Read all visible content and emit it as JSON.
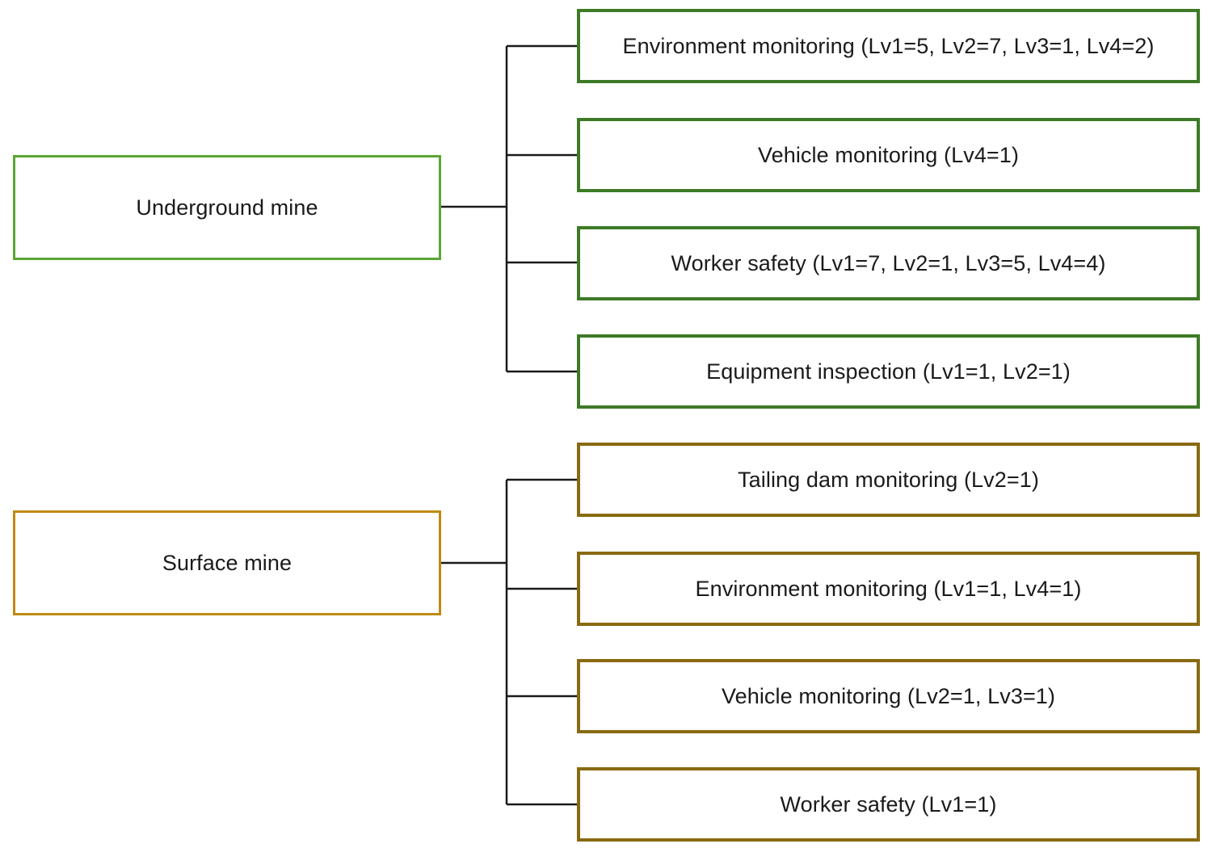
{
  "diagram": {
    "type": "tree-hierarchy",
    "orientation": "left-to-right",
    "background": "#ffffff",
    "branches": [
      {
        "id": "underground",
        "accent_color": "#5BA534",
        "leaf_accent_color": "#3D7A26",
        "root": {
          "label": "Underground mine"
        },
        "leaves": [
          {
            "label": "Environment monitoring (Lv1=5, Lv2=7, Lv3=1, Lv4=2)"
          },
          {
            "label": "Vehicle monitoring (Lv4=1)"
          },
          {
            "label": "Worker safety (Lv1=7, Lv2=1, Lv3=5, Lv4=4)"
          },
          {
            "label": "Equipment inspection (Lv1=1, Lv2=1)"
          }
        ]
      },
      {
        "id": "surface",
        "accent_color": "#C08A12",
        "leaf_accent_color": "#8A6A11",
        "root": {
          "label": "Surface mine"
        },
        "leaves": [
          {
            "label": "Tailing dam monitoring (Lv2=1)"
          },
          {
            "label": "Environment monitoring (Lv1=1, Lv4=1)"
          },
          {
            "label": "Vehicle monitoring (Lv2=1, Lv3=1)"
          },
          {
            "label": "Worker safety (Lv1=1)"
          }
        ]
      }
    ],
    "connector_color": "#1a1a1a"
  }
}
